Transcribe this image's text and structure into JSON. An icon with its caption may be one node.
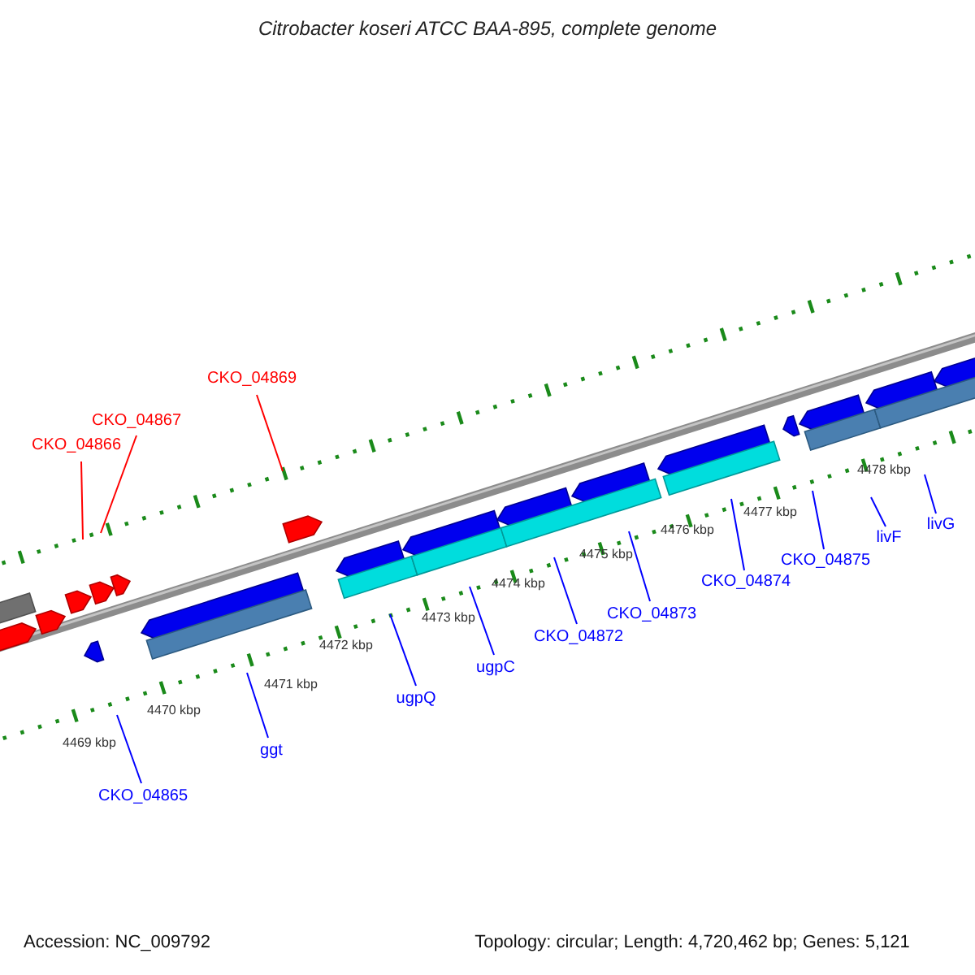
{
  "diagram": {
    "title": "Citrobacter koseri ATCC BAA-895, complete genome",
    "nodes": [
      {
        "text": [
          "CKO_04866"
        ]
      },
      {
        "text": [
          "CKO_04867"
        ]
      },
      {
        "text": [
          "CKO_04869"
        ]
      },
      {
        "text": [
          "CKO_04865"
        ]
      },
      {
        "text": [
          "ggt"
        ]
      },
      {
        "text": [
          "ugpQ"
        ]
      },
      {
        "text": [
          "ugpC"
        ]
      },
      {
        "text": [
          "CKO_04872"
        ]
      },
      {
        "text": [
          "CKO_04873"
        ]
      },
      {
        "text": [
          "CKO_04874"
        ]
      },
      {
        "text": [
          "CKO_04875"
        ]
      },
      {
        "text": [
          "livF"
        ]
      },
      {
        "text": [
          "livG"
        ]
      }
    ],
    "edges": [
      {
        "from": 0,
        "to": null,
        "arrow": "none",
        "color": "#ff0000"
      },
      {
        "from": 1,
        "to": null,
        "arrow": "none",
        "color": "#ff0000"
      },
      {
        "from": 2,
        "to": null,
        "arrow": "none",
        "color": "#ff0000"
      },
      {
        "from": 3,
        "to": null,
        "arrow": "none"
      },
      {
        "from": 4,
        "to": null,
        "arrow": "none"
      },
      {
        "from": 5,
        "to": null,
        "arrow": "none"
      },
      {
        "from": 6,
        "to": null,
        "arrow": "none"
      },
      {
        "from": 7,
        "to": null,
        "arrow": "none"
      },
      {
        "from": 8,
        "to": null,
        "arrow": "none"
      },
      {
        "from": 9,
        "to": null,
        "arrow": "none"
      },
      {
        "from": 10,
        "to": null,
        "arrow": "none"
      },
      {
        "from": 11,
        "to": null,
        "arrow": "none"
      },
      {
        "from": 12,
        "to": null,
        "arrow": "none"
      }
    ],
    "labels": [
      "4469 kbp",
      "4470 kbp",
      "4471 kbp",
      "4472 kbp",
      "4473 kbp",
      "4474 kbp",
      "4475 kbp",
      "4476 kbp",
      "4477 kbp",
      "4478 kbp",
      "Accession: NC_009792",
      "Topology: circular; Length: 4,720,462 bp; Genes: 5,121"
    ]
  }
}
